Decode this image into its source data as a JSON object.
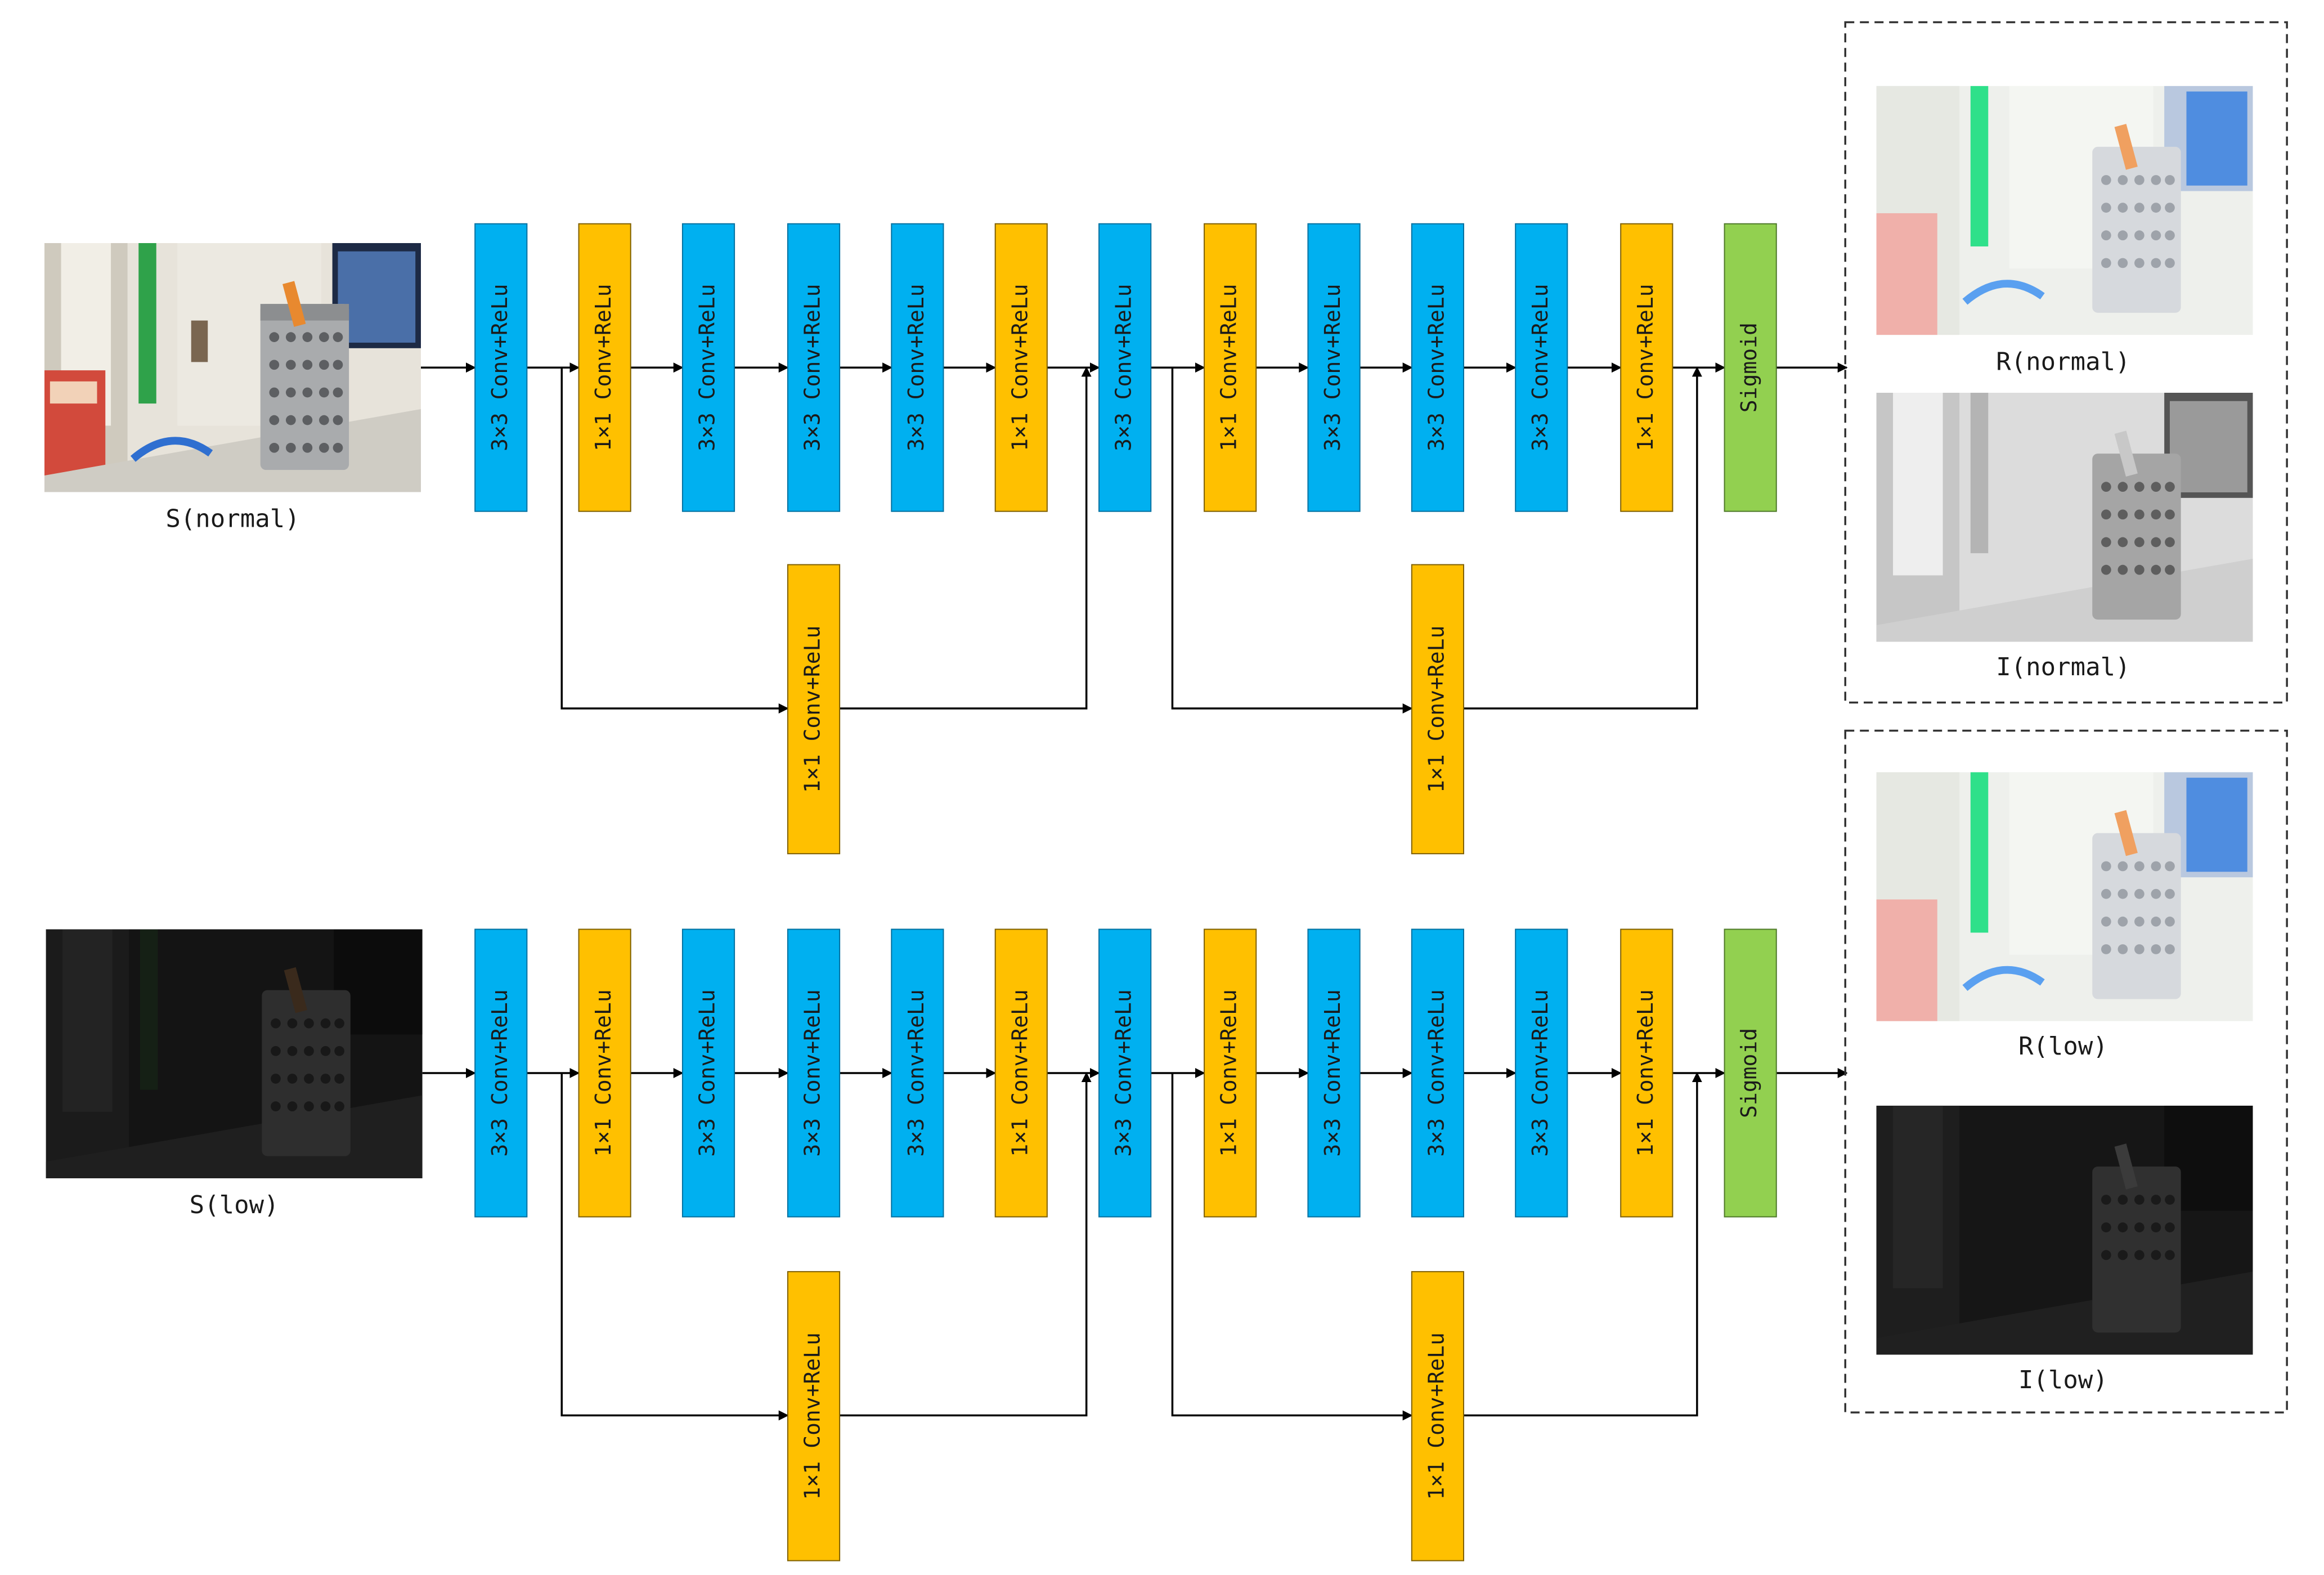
{
  "colors": {
    "conv3": "#00b0f0",
    "conv1": "#ffc000",
    "sigmoid": "#92d050",
    "line": "#000000"
  },
  "block_labels": {
    "conv3": "3×3 Conv+ReLu",
    "conv1": "1×1 Conv+ReLu",
    "sigmoid": "Sigmoid"
  },
  "main_sequence": [
    "conv3",
    "conv1",
    "conv3",
    "conv3",
    "conv3",
    "conv1",
    "conv3",
    "conv1",
    "conv3",
    "conv3",
    "conv3",
    "conv1",
    "sigmoid"
  ],
  "rows": [
    {
      "input": {
        "label": "S(normal)",
        "image": "photo-normal-light"
      },
      "outputs": [
        {
          "label": "R(normal)",
          "image": "reflectance-normal"
        },
        {
          "label": "I(normal)",
          "image": "illumination-normal"
        }
      ]
    },
    {
      "input": {
        "label": "S(low)",
        "image": "photo-low-light"
      },
      "outputs": [
        {
          "label": "R(low)",
          "image": "reflectance-low"
        },
        {
          "label": "I(low)",
          "image": "illumination-low"
        }
      ]
    }
  ]
}
